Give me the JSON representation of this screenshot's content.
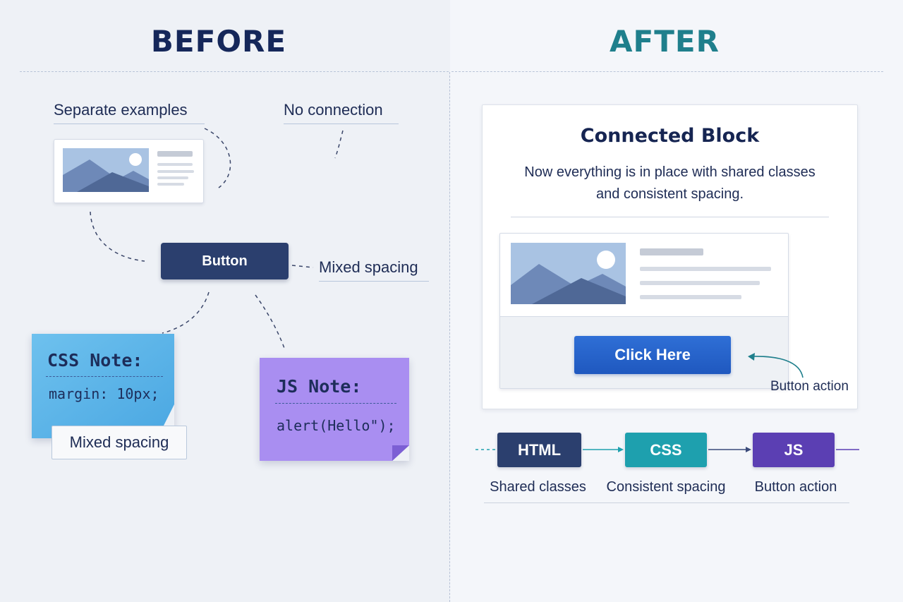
{
  "before": {
    "title": "BEFORE",
    "title_color": "#15275a",
    "separate_label": "Separate examples",
    "no_connection_label": "No connection",
    "button_label": "Button",
    "mixed_spacing_label": "Mixed spacing",
    "css_note": {
      "title": "CSS Note:",
      "code": "margin: 10px;",
      "color": "#5db4e8"
    },
    "js_note": {
      "title": "JS Note:",
      "code": "alert(Hello\");",
      "color": "#a78df0"
    },
    "mixed_spacing_box": "Mixed spacing"
  },
  "after": {
    "title": "AFTER",
    "title_color": "#1f7f8c",
    "card_title": "Connected Block",
    "card_desc_line1": "Now everything is in place with shared classes",
    "card_desc_line2": "and consistent spacing.",
    "click_button": "Click Here",
    "button_annotation": "Button action",
    "steps": [
      {
        "label": "HTML",
        "caption": "Shared classes",
        "color": "#2b3f6e"
      },
      {
        "label": "CSS",
        "caption": "Consistent spacing",
        "color": "#1ea0ae"
      },
      {
        "label": "JS",
        "caption": "Button action",
        "color": "#5b3fb3"
      }
    ]
  }
}
